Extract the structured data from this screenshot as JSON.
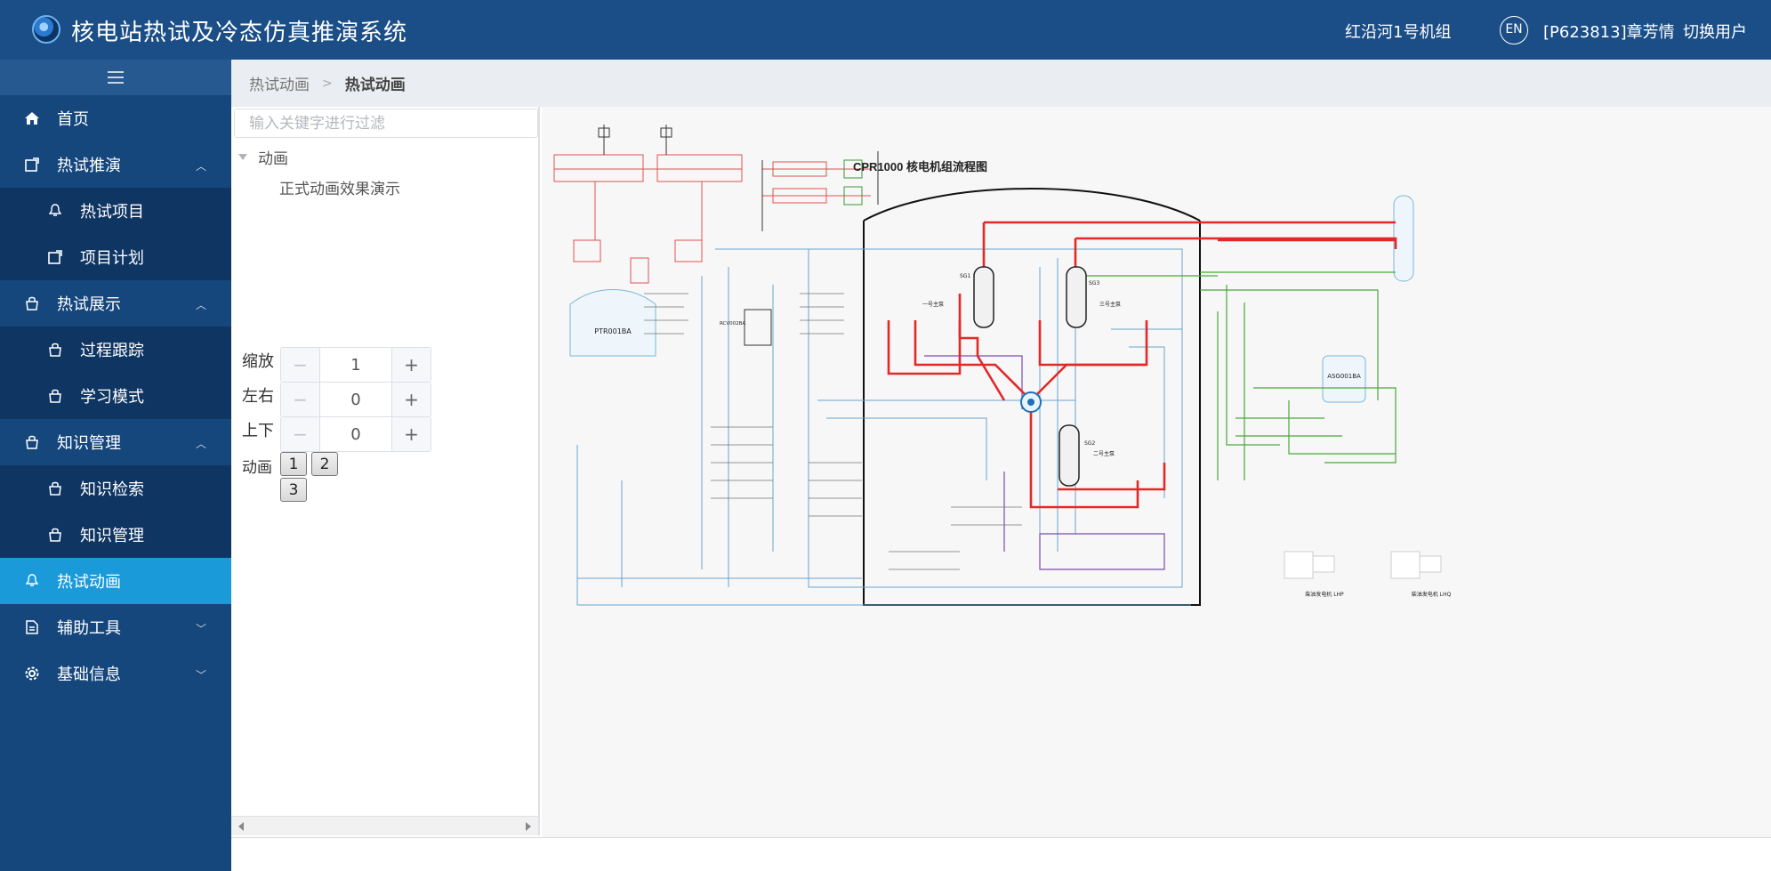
{
  "header": {
    "title": "核电站热试及冷态仿真推演系统",
    "unit": "红沿河1号机组",
    "lang": "EN",
    "user": "[P623813]章芳情",
    "switch_user": "切换用户"
  },
  "sidebar": {
    "items": [
      {
        "label": "首页",
        "icon": "home-icon"
      },
      {
        "label": "热试推演",
        "icon": "export-icon"
      },
      {
        "label": "热试项目",
        "icon": "bell-icon"
      },
      {
        "label": "项目计划",
        "icon": "export-icon"
      },
      {
        "label": "热试展示",
        "icon": "bag-icon"
      },
      {
        "label": "过程跟踪",
        "icon": "bag-icon"
      },
      {
        "label": "学习模式",
        "icon": "bag-icon"
      },
      {
        "label": "知识管理",
        "icon": "bag-icon"
      },
      {
        "label": "知识检索",
        "icon": "bag-icon"
      },
      {
        "label": "知识管理",
        "icon": "bag-icon"
      },
      {
        "label": "热试动画",
        "icon": "bell-icon"
      },
      {
        "label": "辅助工具",
        "icon": "document-icon"
      },
      {
        "label": "基础信息",
        "icon": "settings-icon"
      }
    ]
  },
  "breadcrumb": {
    "level1": "热试动画",
    "level2": "热试动画"
  },
  "panel": {
    "filter_placeholder": "输入关键字进行过滤",
    "tree_root": "动画",
    "tree_child": "正式动画效果演示",
    "zoom_label": "缩放",
    "zoom_value": "1",
    "lr_label": "左右",
    "lr_value": "0",
    "ud_label": "上下",
    "ud_value": "0",
    "anim_label": "动画",
    "anim_buttons": [
      "1",
      "2",
      "3"
    ]
  },
  "diagram": {
    "title": "CPR1000  核电机组流程图",
    "labels": {
      "ptr": "PTR001BA",
      "asg": "ASG001BA",
      "sg1": "SG1",
      "sg2": "SG2",
      "sg3": "SG3",
      "pump1": "一号主泵",
      "pump2": "二号主泵",
      "pump3": "三号主泵",
      "rcv": "RCV002BA",
      "gen1": "柴油发电机 LHP",
      "gen2": "柴油发电机 LHQ"
    }
  }
}
